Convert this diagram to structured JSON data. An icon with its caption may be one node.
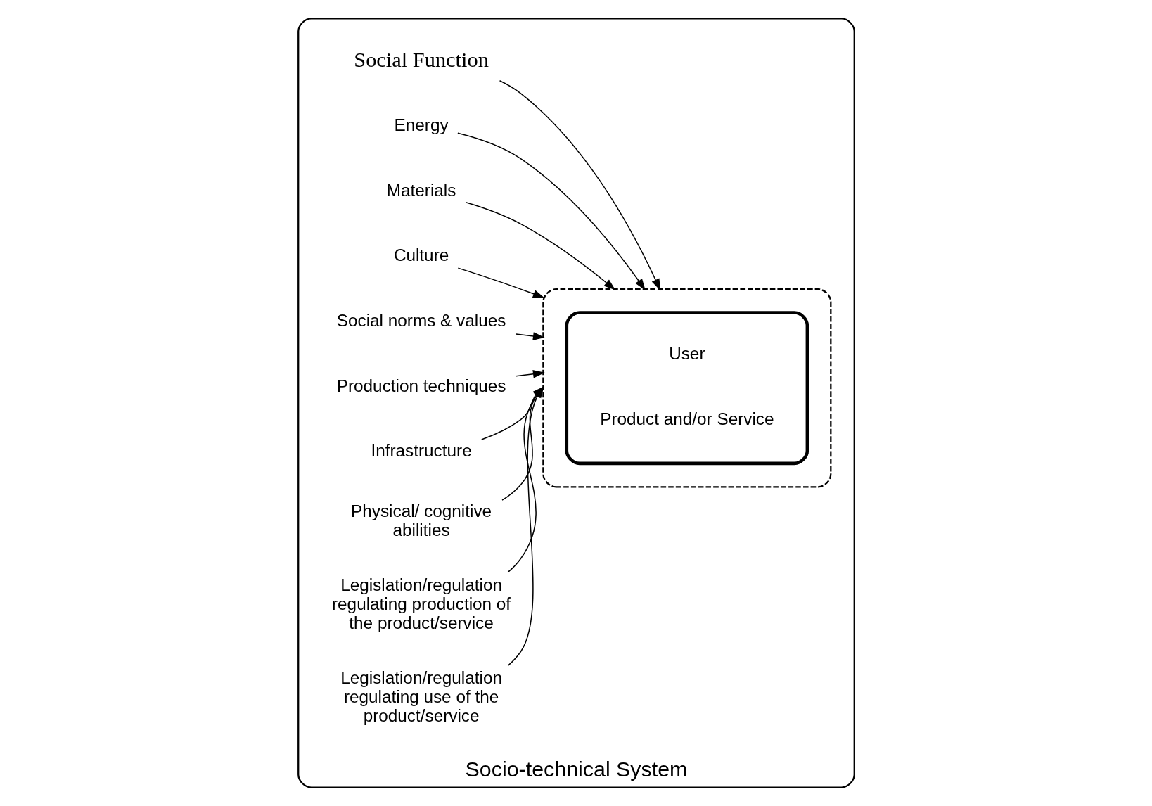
{
  "diagram": {
    "nodes": [
      {
        "text": [
          "Socio-technical System"
        ]
      },
      {
        "text": [
          "Social Function"
        ],
        "in": 0
      },
      {
        "text": [],
        "shape": "cloud",
        "in": 0
      },
      {
        "text": [
          "Energy"
        ],
        "in": 0
      },
      {
        "text": [
          "Materials"
        ],
        "in": 0
      },
      {
        "text": [
          "Culture"
        ],
        "in": 0
      },
      {
        "text": [
          "Social norms & values"
        ],
        "in": 0
      },
      {
        "text": [
          "Production techniques"
        ],
        "in": 0
      },
      {
        "text": [],
        "shape": "cloud",
        "in": 2
      },
      {
        "text": [
          "User"
        ],
        "in": 8
      },
      {
        "text": [
          "Product and/or Service"
        ],
        "in": 8
      },
      {
        "text": [
          "Infrastructure"
        ],
        "in": 0
      },
      {
        "text": [
          "Physical/ cognitive abilities"
        ],
        "in": 0
      },
      {
        "text": [
          "Legislation/regulation regulating production of the product/service"
        ],
        "in": 0
      },
      {
        "text": [
          "Legislation/regulation regulating use of the product/service"
        ],
        "in": 0
      }
    ],
    "edges": [
      {
        "from": 1,
        "to": 2,
        "arrow": "to"
      },
      {
        "from": 3,
        "to": 2,
        "arrow": "to"
      },
      {
        "from": 4,
        "to": 2,
        "arrow": "to"
      },
      {
        "from": 5,
        "to": 2,
        "arrow": "to"
      },
      {
        "from": 6,
        "to": 2,
        "arrow": "to"
      },
      {
        "from": 7,
        "to": 2,
        "arrow": "to"
      },
      {
        "from": 11,
        "to": 2,
        "arrow": "to"
      },
      {
        "from": 12,
        "to": 2,
        "arrow": "to"
      },
      {
        "from": 13,
        "to": 2,
        "arrow": "to"
      },
      {
        "from": 14,
        "to": 2,
        "arrow": "to"
      }
    ]
  }
}
